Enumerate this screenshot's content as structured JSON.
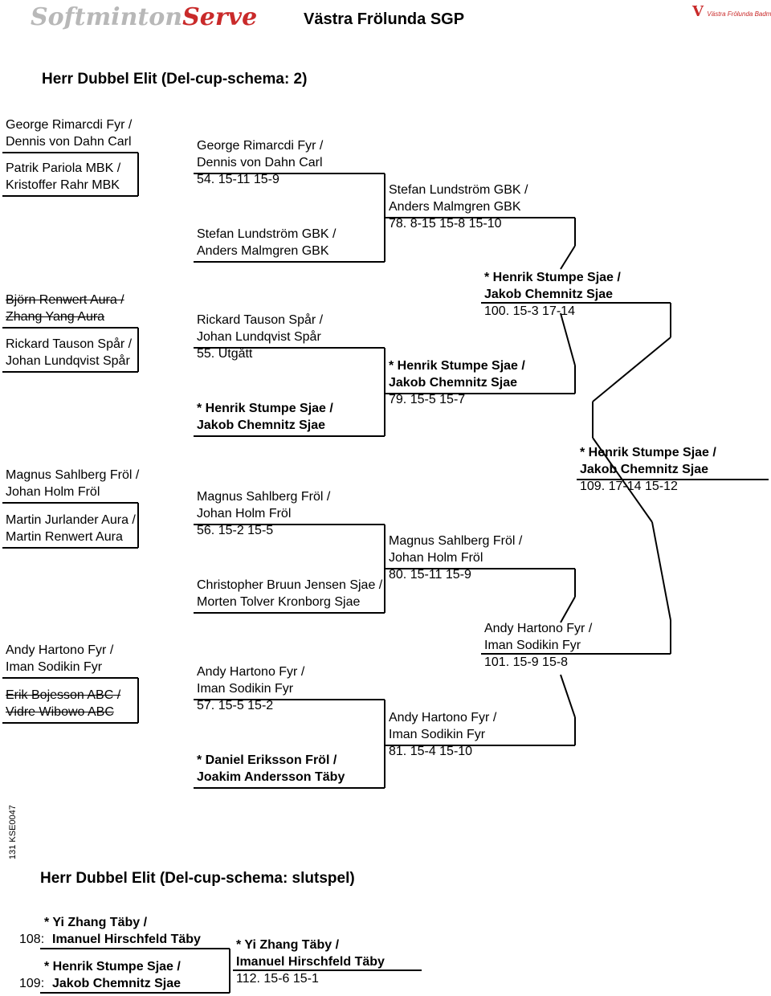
{
  "header": {
    "logo_left": {
      "part1": "Softminton",
      "part2": "Serve"
    },
    "title": "Västra Frölunda SGP",
    "logo_right": {
      "mark": "V",
      "text": "Västra Frölunda Badminton"
    }
  },
  "section1": {
    "title": "Herr Dubbel Elit    (Del-cup-schema: 2)",
    "round1": [
      {
        "l1": "George Rimarcdi Fyr /",
        "l2": "Dennis von Dahn Carl",
        "struck": false
      },
      {
        "l1": "Patrik Pariola MBK /",
        "l2": "Kristoffer Rahr MBK",
        "struck": false
      },
      {
        "l1": "Björn Renwert Aura /",
        "l2": "Zhang Yang Aura",
        "struck": true
      },
      {
        "l1": "Rickard Tauson Spår /",
        "l2": "Johan Lundqvist Spår",
        "struck": false
      },
      {
        "l1": "Magnus Sahlberg Fröl /",
        "l2": "Johan Holm Fröl",
        "struck": false
      },
      {
        "l1": "Martin Jurlander Aura /",
        "l2": "Martin Renwert Aura",
        "struck": false
      },
      {
        "l1": "Andy Hartono Fyr /",
        "l2": "Iman Sodikin Fyr",
        "struck": false
      },
      {
        "l1": "Erik Bojesson ABC /",
        "l2": "Vidre Wibowo ABC",
        "struck": true
      }
    ],
    "round2": [
      {
        "l1": "George Rimarcdi Fyr /",
        "l2": "Dennis von Dahn Carl",
        "score": "54. 15-11 15-9"
      },
      {
        "l1": "Stefan Lundström GBK /",
        "l2": "Anders Malmgren GBK",
        "score": ""
      },
      {
        "l1": "Rickard Tauson Spår /",
        "l2": "Johan Lundqvist Spår",
        "score": "55.  Utgått"
      },
      {
        "l1": "* Henrik Stumpe Sjae /",
        "l2": "  Jakob Chemnitz Sjae",
        "score": "",
        "bold": true
      },
      {
        "l1": "Magnus Sahlberg Fröl /",
        "l2": "Johan Holm Fröl",
        "score": "56. 15-2   15-5"
      },
      {
        "l1": "Christopher Bruun Jensen Sjae /",
        "l2": "Morten Tolver Kronborg Sjae",
        "score": ""
      },
      {
        "l1": "Andy Hartono Fyr /",
        "l2": "Iman Sodikin Fyr",
        "score": "57. 15-5   15-2"
      },
      {
        "l1": "* Daniel Eriksson Fröl /",
        "l2": "  Joakim Andersson Täby",
        "score": "",
        "bold": true
      }
    ],
    "round3": [
      {
        "l1": "Stefan Lundström GBK /",
        "l2": "Anders Malmgren GBK",
        "score": "78.  8-15   15-8   15-10"
      },
      {
        "l1": "* Henrik Stumpe Sjae /",
        "l2": "  Jakob Chemnitz Sjae",
        "score": "79.  15-5   15-7",
        "bold": true
      },
      {
        "l1": "Magnus Sahlberg Fröl /",
        "l2": "Johan Holm Fröl",
        "score": "80.  15-11 15-9"
      },
      {
        "l1": "Andy Hartono Fyr /",
        "l2": "Iman Sodikin Fyr",
        "score": "81.  15-4   15-10"
      }
    ],
    "round4": [
      {
        "l1": "* Henrik Stumpe Sjae /",
        "l2": "  Jakob Chemnitz Sjae",
        "score": "100.  15-3   17-14",
        "bold": true
      },
      {
        "l1": "Andy Hartono Fyr /",
        "l2": "Iman Sodikin Fyr",
        "score": "101.  15-9   15-8"
      }
    ],
    "final": {
      "l1": "* Henrik Stumpe Sjae /",
      "l2": "  Jakob Chemnitz Sjae",
      "score": "109.  17-14 15-12",
      "bold": true
    }
  },
  "side_code": "131  KSE0047",
  "section2": {
    "title": "Herr Dubbel Elit    (Del-cup-schema: slutspel)",
    "entries": [
      {
        "num": "108:",
        "l1": "* Yi Zhang Täby /",
        "l2": "Imanuel Hirschfeld Täby"
      },
      {
        "num": "109:",
        "l1": "* Henrik Stumpe Sjae /",
        "l2": "Jakob Chemnitz Sjae"
      }
    ],
    "winner": {
      "l1": "* Yi Zhang Täby /",
      "l2": "  Imanuel Hirschfeld Täby",
      "score": "112.  15-6   15-1"
    }
  }
}
